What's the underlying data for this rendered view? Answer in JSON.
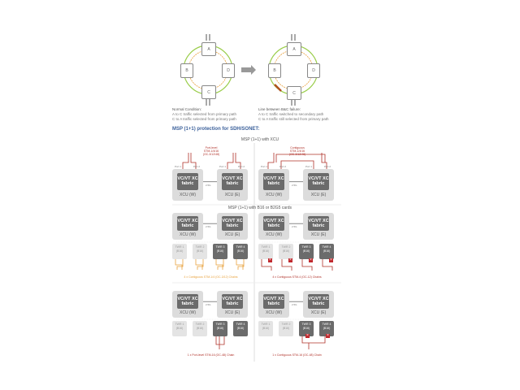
{
  "ring_diagram": {
    "nodes": [
      "A",
      "B",
      "C",
      "D"
    ],
    "normal": {
      "title": "Normal Condition:",
      "lines": [
        "A to C traffic selected from primary path",
        "C to A traffic selected from primary path"
      ]
    },
    "failure": {
      "title": "Line between B&C failure:",
      "lines": [
        "A to C traffic switched to secondary path",
        "C to A traffic still selected from primary path"
      ]
    }
  },
  "section_title": "MSP (1+1) protection for SDH/SONET:",
  "xcu_section": {
    "title": "MSP (1+1) with XCU",
    "left_label": [
      "Port-level",
      "STM-1/4/16",
      "(OC-3/12/48)"
    ],
    "right_label": [
      "Contiguous",
      "STM-1/4/16",
      "(OC-3/12/48)"
    ],
    "port_labels": [
      "Port 1",
      "Port 2"
    ]
  },
  "cards_section": {
    "title": "MSP (1+1) with B16 or B2G5 cards",
    "left_caption": "4 x Contiguous STM-1/4 (OC-3/12) Chains",
    "right_caption": "4 x Contiguous STM-4 (OC-12) Chains"
  },
  "chain_section": {
    "left_caption": "1 x Port-level STM-16 (OC-48) Chain",
    "right_caption": "1 x Contiguous STM-16 (OC-48) Chain"
  },
  "xcu": {
    "fabric": "VC/VT XC fabric",
    "w": "XCU (W)",
    "e": "XCU (E)",
    "link": "2.5G"
  },
  "cards": [
    "TWR 1",
    "TWR 2",
    "TWR 3",
    "TWR 4"
  ],
  "card_sub": "(B16)",
  "colors": {
    "green": "#9acd4a",
    "orange": "#e8a13c",
    "red": "#b0322a",
    "blue": "#3a5f9a",
    "dark": "#6b6b6b",
    "light": "#dcdcdc"
  }
}
